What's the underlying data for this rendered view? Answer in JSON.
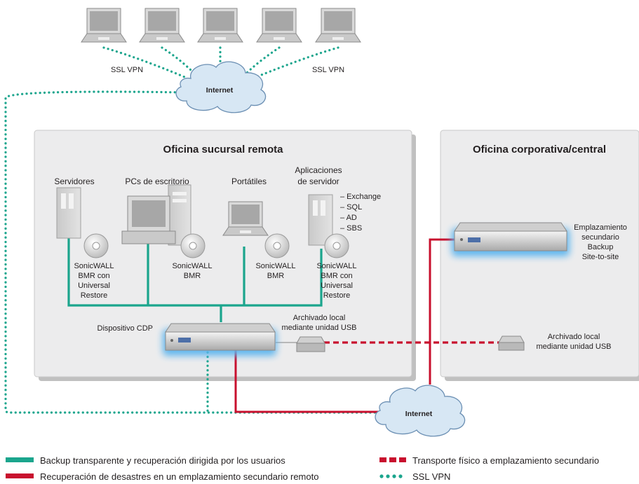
{
  "colors": {
    "teal": "#1ba58d",
    "red": "#c8102e",
    "office_bg": "#ececed",
    "cloud": "#d7e7f4",
    "device_glow": "#5ab4ee",
    "icon": "computer-icon"
  },
  "internet_top": {
    "label": "Internet"
  },
  "internet_bottom": {
    "label": "Internet"
  },
  "ssl_left": "SSL VPN",
  "ssl_right": "SSL VPN",
  "branch": {
    "title": "Oficina sucursal remota",
    "columns": {
      "servers": "Servidores",
      "desktops": "PCs de escritorio",
      "laptops": "Portátiles",
      "apps_line1": "Aplicaciones",
      "apps_line2": "de servidor"
    },
    "app_list": [
      "– Exchange",
      "– SQL",
      "– AD",
      "– SBS"
    ],
    "bmr_servers": [
      "SonicWALL",
      "BMR con",
      "Universal",
      "Restore"
    ],
    "bmr_desktops": [
      "SonicWALL",
      "BMR"
    ],
    "bmr_laptops": [
      "SonicWALL",
      "BMR"
    ],
    "bmr_apps": [
      "SonicWALL",
      "BMR con",
      "Universal",
      "Restore"
    ],
    "cdp_label": "Dispositivo CDP",
    "usb_line1": "Archivado local",
    "usb_line2": "mediante unidad USB"
  },
  "corporate": {
    "title": "Oficina corporativa/central",
    "secondary": [
      "Emplazamiento",
      "secundario",
      "Backup",
      "Site-to-site"
    ],
    "usb_line1": "Archivado local",
    "usb_line2": "mediante unidad USB"
  },
  "legend": {
    "teal_label": "Backup transparente y recuperación dirigida por los usuarios",
    "red_label": "Recuperación de desastres en un emplazamiento secundario remoto",
    "dashed_label": "Transporte físico a emplazamiento secundario",
    "dotted_label": "SSL VPN"
  }
}
